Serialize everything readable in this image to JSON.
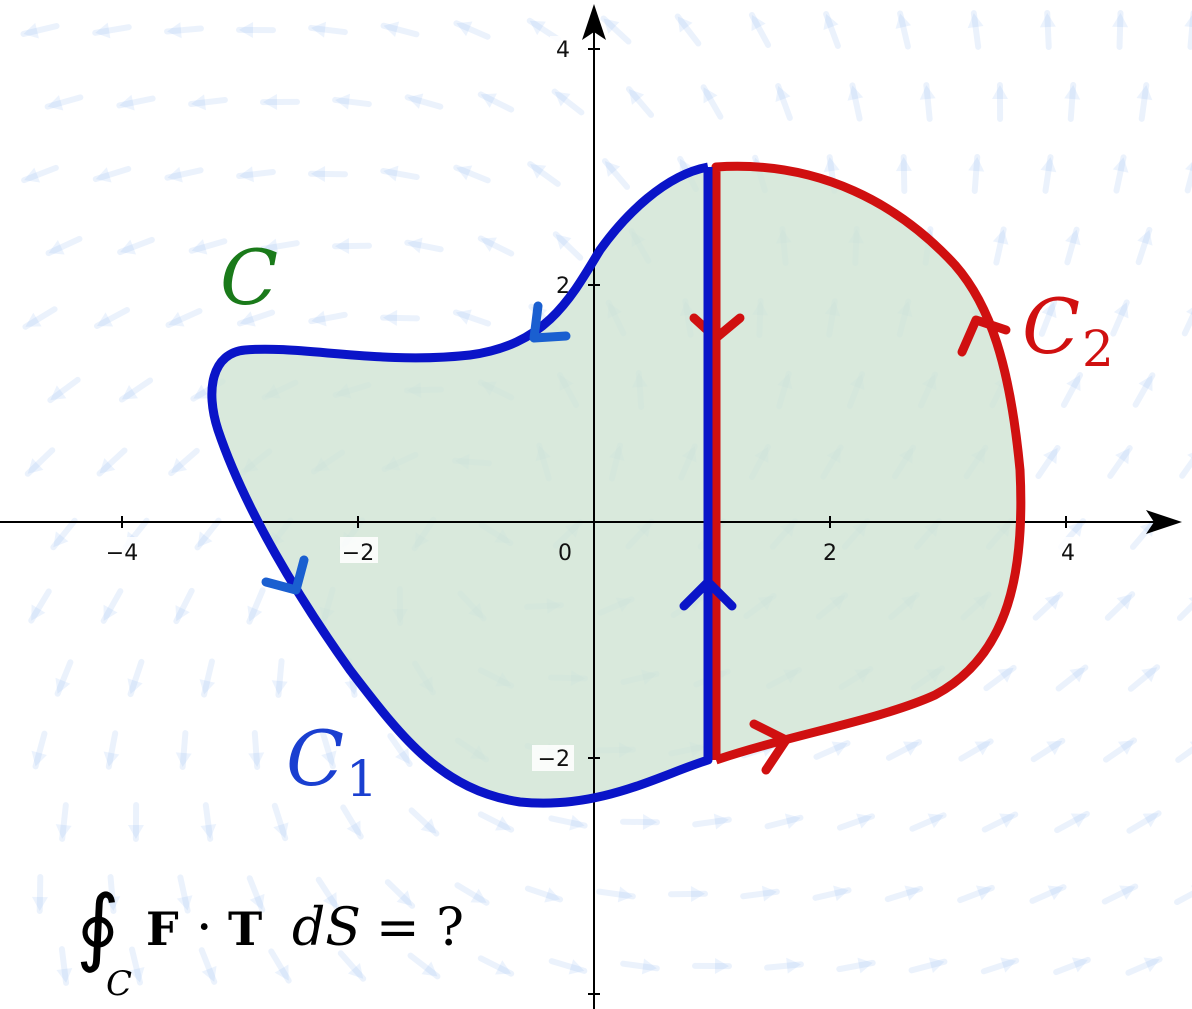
{
  "axes": {
    "x_ticks": [
      "−4",
      "−2",
      "0",
      "2",
      "4"
    ],
    "y_ticks": [
      "4",
      "2",
      "−2"
    ]
  },
  "labels": {
    "region": "C",
    "curve1_main": "C",
    "curve1_sub": "1",
    "curve2_main": "C",
    "curve2_sub": "2"
  },
  "formula": {
    "integral": "∮",
    "subscript": "C",
    "vector_f": "F",
    "dot": "·",
    "vector_t": "T",
    "ds": "dS",
    "equals": "= ?"
  },
  "colors": {
    "region_fill": "#cfe3d3",
    "region_label": "#1a7a1a",
    "curve1": "#0a14c8",
    "curve2": "#d01010",
    "vector_field": "#8ab4f0",
    "axes": "#000000"
  },
  "icons": {
    "field_arrow": "arrow-icon",
    "axis_arrow": "arrowhead-icon"
  }
}
